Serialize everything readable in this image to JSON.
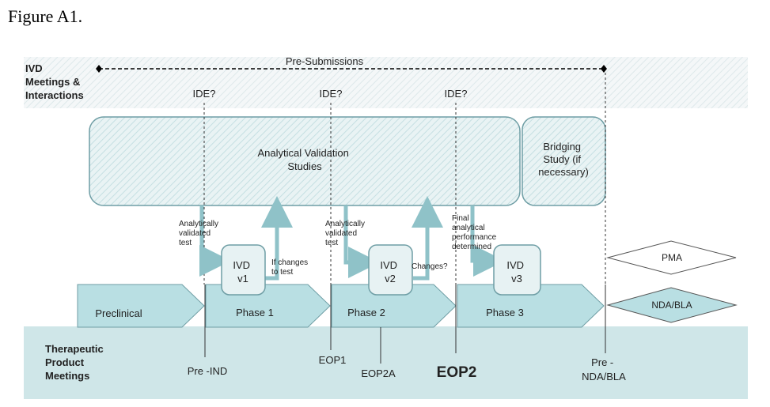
{
  "figure_title": "Figure A1.",
  "ivd_row": {
    "label_lines": [
      "IVD",
      "Meetings &",
      "Interactions"
    ],
    "presubmissions_label": "Pre-Submissions",
    "ide_labels": [
      "IDE?",
      "IDE?",
      "IDE?"
    ]
  },
  "analytical_box": {
    "lines": [
      "Analytical Validation",
      "Studies"
    ]
  },
  "bridging_box": {
    "lines": [
      "Bridging",
      "Study (if",
      "necessary)"
    ]
  },
  "ivd_versions": [
    {
      "lines": [
        "IVD",
        "v1"
      ]
    },
    {
      "lines": [
        "IVD",
        "v2"
      ]
    },
    {
      "lines": [
        "IVD",
        "v3"
      ]
    }
  ],
  "annotations": {
    "validated_1": [
      "Analytically",
      "validated",
      "test"
    ],
    "validated_2": [
      "Analytically",
      "validated",
      "test"
    ],
    "final": [
      "Final",
      "analytical",
      "performance",
      "determined"
    ],
    "if_changes": [
      "If changes",
      "to test"
    ],
    "changes": "Changes?"
  },
  "phases": [
    "Preclinical",
    "Phase 1",
    "Phase 2",
    "Phase 3"
  ],
  "outcomes": {
    "pma": "PMA",
    "nda_bla": "NDA/BLA"
  },
  "therapeutic_row": {
    "label_lines": [
      "Therapeutic",
      "Product",
      "Meetings"
    ],
    "pre_ind": "Pre -IND",
    "eop1": "EOP1",
    "eop2a": "EOP2A",
    "eop2": "EOP2",
    "pre_nda_bla": [
      "Pre -",
      "NDA/BLA"
    ]
  },
  "colors": {
    "teal_band": "#cfe6e8",
    "phase_fill": "#b9dfe3",
    "box_stroke": "#6f9ea5",
    "hatch_band": "#eef3f4"
  }
}
